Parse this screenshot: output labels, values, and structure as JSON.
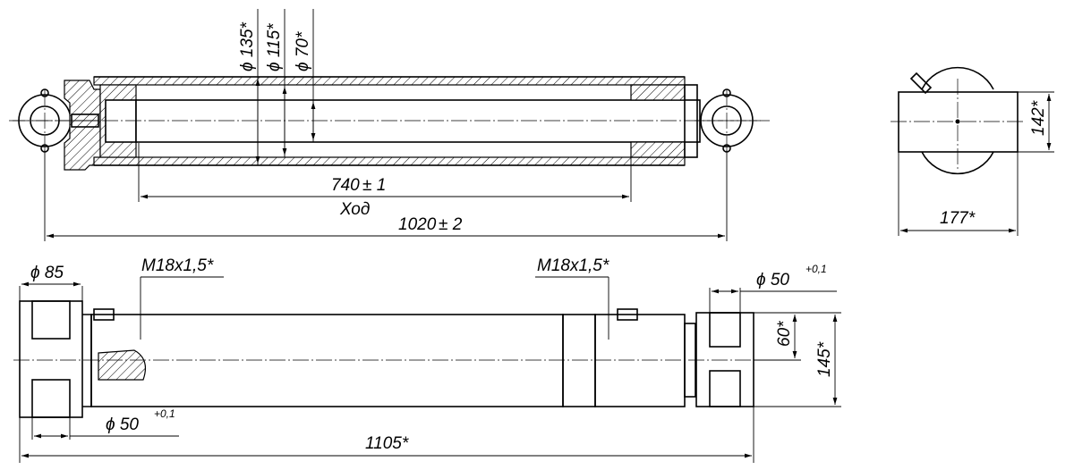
{
  "dimensions": {
    "d_bore": "ϕ 135*",
    "d_rod_outer": "ϕ 115*",
    "d_rod": "ϕ 70*",
    "stroke_value": "740",
    "stroke_tol": "± 1",
    "stroke_label": "Ход",
    "closed_length": "1020",
    "closed_length_tol": "± 2",
    "height_front": "142*",
    "width_front": "177*",
    "d_eye_outer": "ϕ 85",
    "port_left": "M18x1,5*",
    "port_right": "M18x1,5*",
    "pin_right": "ϕ 50",
    "pin_right_tol": "+0,1",
    "pin_left": "ϕ 50",
    "pin_left_tol": "+0,1",
    "eye_width": "60*",
    "eye_height": "145*",
    "total_length": "1105*"
  }
}
